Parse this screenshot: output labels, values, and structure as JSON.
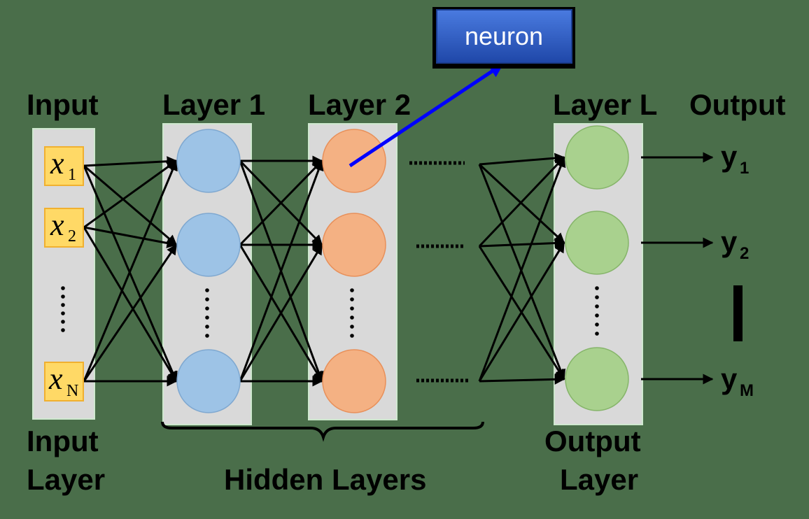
{
  "callout": {
    "label": "neuron"
  },
  "headers": {
    "input": "Input",
    "layer1": "Layer 1",
    "layer2": "Layer 2",
    "layerL": "Layer L",
    "output": "Output"
  },
  "inputs": [
    {
      "var": "x",
      "sub": "1"
    },
    {
      "var": "x",
      "sub": "2"
    },
    {
      "var": "x",
      "sub": "N"
    }
  ],
  "outputs": [
    {
      "var": "y",
      "sub": "1"
    },
    {
      "var": "y",
      "sub": "2"
    },
    {
      "var": "y",
      "sub": "M"
    }
  ],
  "footer": {
    "input_layer": [
      "Input",
      "Layer"
    ],
    "hidden_layers": "Hidden Layers",
    "output_layer": [
      "Output",
      "Layer"
    ]
  },
  "colors": {
    "background": "#4a6e4a",
    "column": "#d9d9d9",
    "column_border": "#cfe8cf",
    "input_box": "#ffd966",
    "input_box_border": "#f0b030",
    "layer1_node": "#9dc3e6",
    "layer1_border": "#7fa8d0",
    "layer2_node": "#f4b183",
    "layer2_border": "#e8905a",
    "layerL_node": "#a9d18e",
    "layerL_border": "#86b56a",
    "callout_fill": "#2f5ec4",
    "callout_arrow": "#0000ff"
  }
}
